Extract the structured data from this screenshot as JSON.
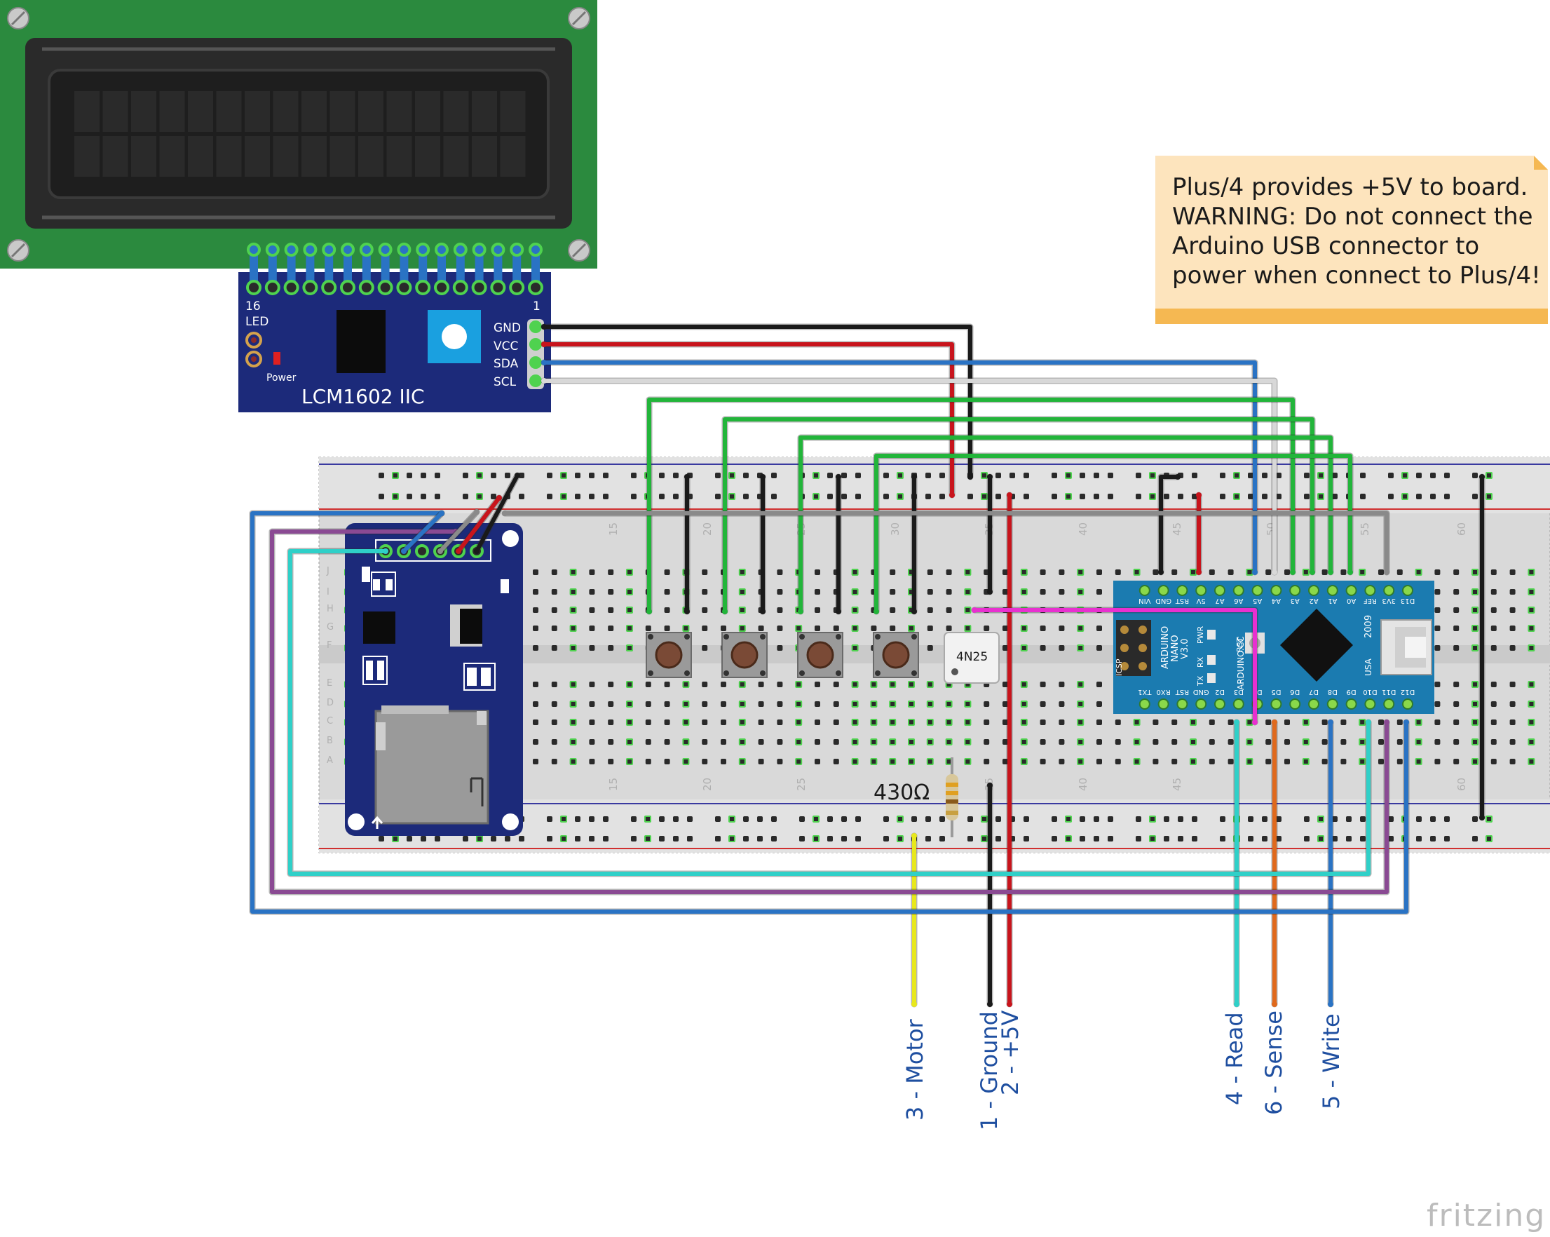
{
  "note": {
    "lines": [
      "Plus/4 provides +5V to board.",
      "WARNING: Do not connect the",
      "Arduino USB connector to",
      "power when connect to Plus/4!"
    ]
  },
  "lcd_module": {
    "name": "LCM1602 IIC",
    "pin_16": "16",
    "pin_1": "1",
    "led_label": "LED",
    "power_label": "Power",
    "pins": [
      "GND",
      "VCC",
      "SDA",
      "SCL"
    ]
  },
  "breadboard": {
    "row_letters_top": [
      "J",
      "I",
      "H",
      "G",
      "F"
    ],
    "row_letters_bottom": [
      "E",
      "D",
      "C",
      "B",
      "A"
    ],
    "column_numbers": [
      "15",
      "20",
      "25",
      "30",
      "35",
      "40",
      "45",
      "50",
      "55",
      "60"
    ]
  },
  "optocoupler": {
    "label": "4N25"
  },
  "resistor": {
    "label": "430Ω"
  },
  "arduino": {
    "model_lines": [
      "ARDUINO",
      "NANO",
      "V3.0"
    ],
    "site": "ARDUINO.CC",
    "year": "2009",
    "country": "USA",
    "icsp": "ICSP",
    "leds": [
      "PWR",
      "RST",
      "RX",
      "TX"
    ],
    "top_pins": [
      "D13",
      "3V3",
      "REF",
      "A0",
      "A1",
      "A2",
      "A3",
      "A4",
      "A5",
      "A6",
      "A7",
      "5V",
      "RST",
      "GND",
      "VIN"
    ],
    "bottom_pins": [
      "D12",
      "D11",
      "D10",
      "D9",
      "D8",
      "D7",
      "D6",
      "D5",
      "D4",
      "D3",
      "D2",
      "GND",
      "RST",
      "RX0",
      "TX1"
    ]
  },
  "plus4_connector": {
    "labels": [
      "3 - Motor",
      "1 - Ground",
      "2 - +5V",
      "4 - Read",
      "6 - Sense",
      "5 - Write"
    ]
  },
  "brand": "fritzing",
  "colors": {
    "wire_black": "#1a1a1a",
    "wire_red": "#c8141c",
    "wire_blue": "#2a73c4",
    "wire_white": "#d8d8d8",
    "wire_green": "#22b53a",
    "wire_cyan": "#2fd0c8",
    "wire_purple": "#8a4a93",
    "wire_magenta": "#e830d0",
    "wire_yellow": "#e8e81c",
    "wire_orange": "#e0691c",
    "wire_gray": "#8a8a8a",
    "pcb_blue": "#1c2a7a",
    "lcd_green": "#2b8a3e",
    "nano_blue": "#1b7bb0",
    "label_blue": "#1f4fa0"
  }
}
